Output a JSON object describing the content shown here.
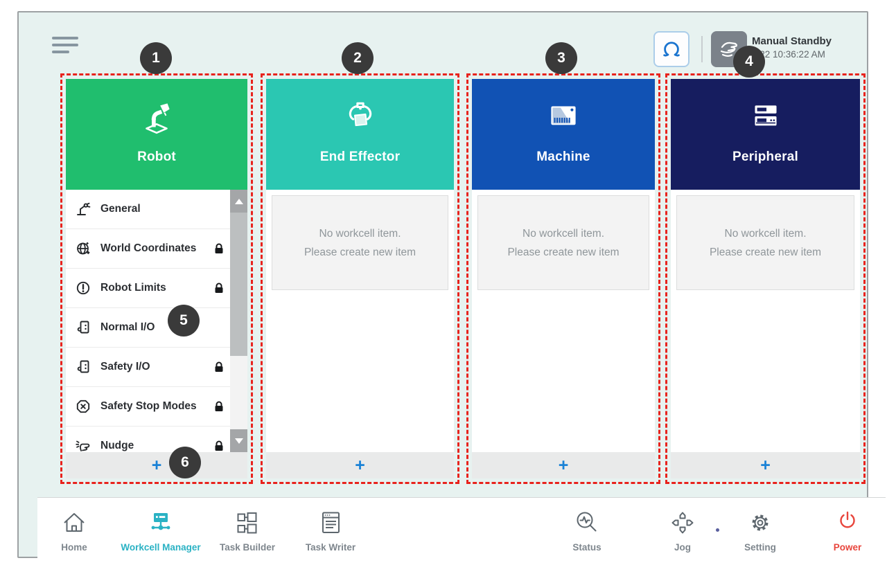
{
  "header": {
    "mode": "Manual Standby",
    "datetime": "2.22 10:36:22 AM"
  },
  "callouts": [
    "1",
    "2",
    "3",
    "4",
    "5",
    "6"
  ],
  "columns": {
    "robot": {
      "title": "Robot",
      "color": "#20be6e"
    },
    "end_effector": {
      "title": "End Effector",
      "color": "#2bc7b2"
    },
    "machine": {
      "title": "Machine",
      "color": "#1152b4"
    },
    "peripheral": {
      "title": "Peripheral",
      "color": "#161d5f"
    }
  },
  "robot_menu": {
    "items": [
      {
        "label": "General",
        "locked": false
      },
      {
        "label": "World Coordinates",
        "locked": true
      },
      {
        "label": "Robot Limits",
        "locked": true
      },
      {
        "label": "Normal I/O",
        "locked": false
      },
      {
        "label": "Safety I/O",
        "locked": true
      },
      {
        "label": "Safety Stop Modes",
        "locked": true
      },
      {
        "label": "Nudge",
        "locked": true
      }
    ]
  },
  "empty_state": {
    "line1": "No workcell item.",
    "line2": "Please create new item"
  },
  "add_label": "+",
  "nav": {
    "home": "Home",
    "workcell_manager": "Workcell Manager",
    "task_builder": "Task Builder",
    "task_writer": "Task Writer",
    "status": "Status",
    "jog": "Jog",
    "setting": "Setting",
    "power": "Power"
  },
  "colors": {
    "background": "#e7f2f0",
    "annotation_red": "#e8231d",
    "callout_circle": "#3a3a3a",
    "accent_cyan": "#2ab2c4",
    "power_red": "#e8453c",
    "add_blue": "#1a82d6"
  }
}
